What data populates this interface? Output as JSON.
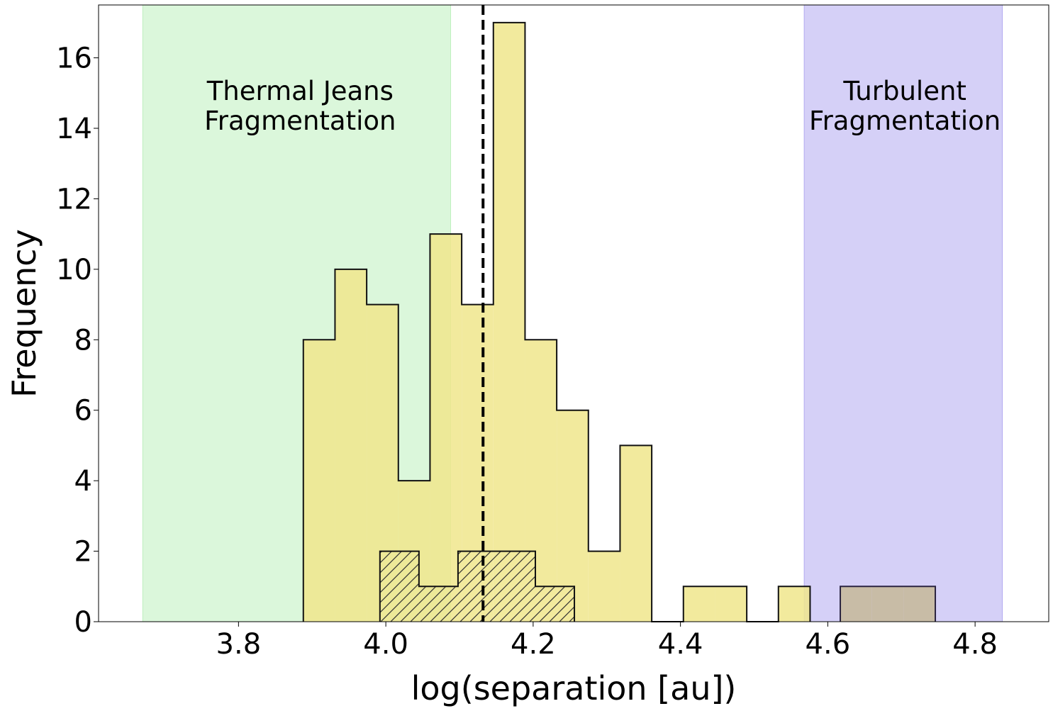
{
  "chart_data": {
    "type": "histogram",
    "xlabel": "log(separation [au])",
    "ylabel": "Frequency",
    "xlim": [
      3.61,
      4.9
    ],
    "ylim": [
      0,
      17.5
    ],
    "xticks": [
      3.8,
      4.0,
      4.2,
      4.4,
      4.6,
      4.8
    ],
    "xtick_labels": [
      "3.8",
      "4.0",
      "4.2",
      "4.4",
      "4.6",
      "4.8"
    ],
    "yticks": [
      0,
      2,
      4,
      6,
      8,
      10,
      12,
      14,
      16
    ],
    "ytick_labels": [
      "0",
      "2",
      "4",
      "6",
      "8",
      "10",
      "12",
      "14",
      "16"
    ],
    "grid": false,
    "regions": [
      {
        "label_lines": [
          "Thermal Jeans",
          "Fragmentation"
        ],
        "x_start": 3.67,
        "x_end": 4.088,
        "color": "#bdf0bd"
      },
      {
        "label_lines": [
          "Turbulent",
          "Fragmentation"
        ],
        "x_start": 4.568,
        "x_end": 4.837,
        "color": "#b3a9f0"
      }
    ],
    "median_line": {
      "x": 4.132,
      "style": "dashed",
      "color": "#000000"
    },
    "series": [
      {
        "style": "solid",
        "color": "#f0e68c",
        "bins": [
          {
            "x0": 3.888,
            "x1": 3.931,
            "count": 8
          },
          {
            "x0": 3.931,
            "x1": 3.974,
            "count": 10
          },
          {
            "x0": 3.974,
            "x1": 4.017,
            "count": 9
          },
          {
            "x0": 4.017,
            "x1": 4.06,
            "count": 4
          },
          {
            "x0": 4.06,
            "x1": 4.103,
            "count": 11
          },
          {
            "x0": 4.103,
            "x1": 4.146,
            "count": 9
          },
          {
            "x0": 4.146,
            "x1": 4.189,
            "count": 17
          },
          {
            "x0": 4.189,
            "x1": 4.232,
            "count": 8
          },
          {
            "x0": 4.232,
            "x1": 4.275,
            "count": 6
          },
          {
            "x0": 4.275,
            "x1": 4.318,
            "count": 2
          },
          {
            "x0": 4.318,
            "x1": 4.361,
            "count": 5
          },
          {
            "x0": 4.361,
            "x1": 4.404,
            "count": 0
          },
          {
            "x0": 4.404,
            "x1": 4.447,
            "count": 1
          },
          {
            "x0": 4.447,
            "x1": 4.49,
            "count": 1
          },
          {
            "x0": 4.49,
            "x1": 4.533,
            "count": 0
          },
          {
            "x0": 4.533,
            "x1": 4.576,
            "count": 1
          }
        ]
      },
      {
        "style": "hatched",
        "color": "#000000",
        "bins": [
          {
            "x0": 3.992,
            "x1": 4.045,
            "count": 2
          },
          {
            "x0": 4.045,
            "x1": 4.098,
            "count": 1
          },
          {
            "x0": 4.098,
            "x1": 4.15,
            "count": 2
          },
          {
            "x0": 4.15,
            "x1": 4.203,
            "count": 2
          },
          {
            "x0": 4.203,
            "x1": 4.256,
            "count": 1
          }
        ]
      },
      {
        "style": "brown",
        "color": "#c8bca6",
        "bins": [
          {
            "x0": 4.617,
            "x1": 4.66,
            "count": 1
          },
          {
            "x0": 4.66,
            "x1": 4.703,
            "count": 1
          },
          {
            "x0": 4.703,
            "x1": 4.746,
            "count": 1
          }
        ]
      }
    ]
  }
}
